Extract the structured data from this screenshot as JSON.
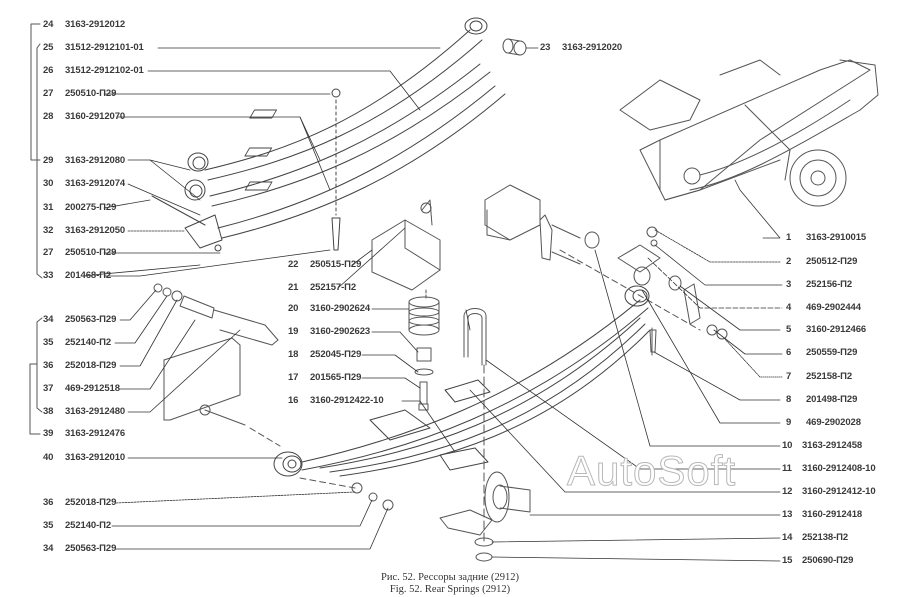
{
  "figure": {
    "caption_ru": "Рис. 52. Рессоры задние (2912)",
    "caption_en": "Fig. 52. Rear Springs (2912)",
    "watermark": "AutoSoft"
  },
  "left_labels": [
    {
      "num": "24",
      "part": "3163-2912012"
    },
    {
      "num": "25",
      "part": "31512-2912101-01"
    },
    {
      "num": "26",
      "part": "31512-2912102-01"
    },
    {
      "num": "27",
      "part": "250510-П29"
    },
    {
      "num": "28",
      "part": "3160-2912070"
    },
    {
      "num": "29",
      "part": "3163-2912080"
    },
    {
      "num": "30",
      "part": "3163-2912074"
    },
    {
      "num": "31",
      "part": "200275-П29"
    },
    {
      "num": "32",
      "part": "3163-2912050"
    },
    {
      "num": "27",
      "part": "250510-П29"
    },
    {
      "num": "33",
      "part": "201468-П2"
    },
    {
      "num": "34",
      "part": "250563-П29"
    },
    {
      "num": "35",
      "part": "252140-П2"
    },
    {
      "num": "36",
      "part": "252018-П29"
    },
    {
      "num": "37",
      "part": "469-2912518"
    },
    {
      "num": "38",
      "part": "3163-2912480"
    },
    {
      "num": "39",
      "part": "3163-2912476"
    },
    {
      "num": "40",
      "part": "3163-2912010"
    },
    {
      "num": "36",
      "part": "252018-П29"
    },
    {
      "num": "35",
      "part": "252140-П2"
    },
    {
      "num": "34",
      "part": "250563-П29"
    }
  ],
  "center_labels": [
    {
      "num": "22",
      "part": "250515-П29"
    },
    {
      "num": "21",
      "part": "252157-П2"
    },
    {
      "num": "20",
      "part": "3160-2902624"
    },
    {
      "num": "19",
      "part": "3160-2902623"
    },
    {
      "num": "18",
      "part": "252045-П29"
    },
    {
      "num": "17",
      "part": "201565-П29"
    },
    {
      "num": "16",
      "part": "3160-2912422-10"
    }
  ],
  "top_label": {
    "num": "23",
    "part": "3163-2912020"
  },
  "right_labels": [
    {
      "num": "1",
      "part": "3163-2910015"
    },
    {
      "num": "2",
      "part": "250512-П29"
    },
    {
      "num": "3",
      "part": "252156-П2"
    },
    {
      "num": "4",
      "part": "469-2902444"
    },
    {
      "num": "5",
      "part": "3160-2912466"
    },
    {
      "num": "6",
      "part": "250559-П29"
    },
    {
      "num": "7",
      "part": "252158-П2"
    },
    {
      "num": "8",
      "part": "201498-П29"
    },
    {
      "num": "9",
      "part": "469-2902028"
    },
    {
      "num": "10",
      "part": "3163-2912458"
    },
    {
      "num": "11",
      "part": "3160-2912408-10"
    },
    {
      "num": "12",
      "part": "3160-2912412-10"
    },
    {
      "num": "13",
      "part": "3160-2912418"
    },
    {
      "num": "14",
      "part": "252138-П2"
    },
    {
      "num": "15",
      "part": "250690-П29"
    }
  ]
}
